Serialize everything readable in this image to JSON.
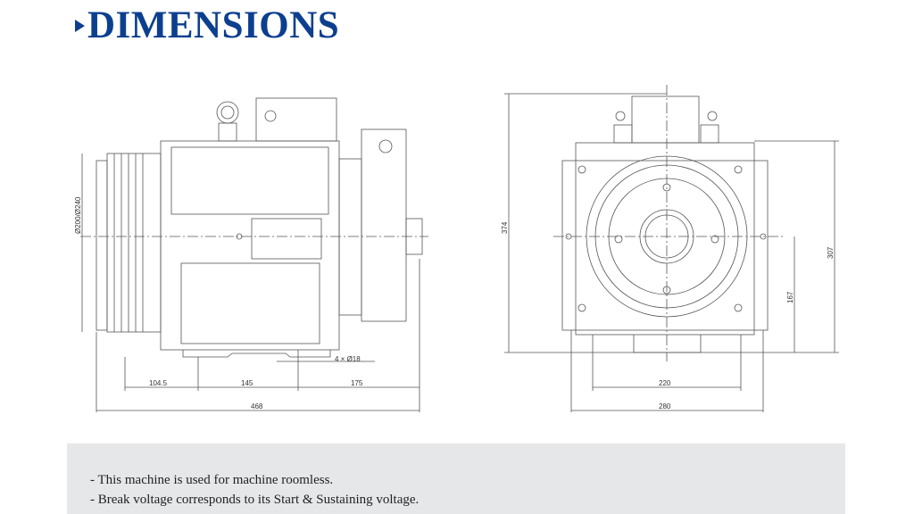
{
  "title": "DIMENSIONS",
  "front_view": {
    "diameter": "Ø200/Ø240",
    "holes": "4 × Ø18",
    "d1": "104.5",
    "d2": "145",
    "d3": "175",
    "total": "468"
  },
  "side_view": {
    "height": "374",
    "h2": "307",
    "h3": "167",
    "w1": "220",
    "w2": "280"
  },
  "notes": [
    "- This machine is used for machine roomless.",
    "- Break voltage corresponds to its Start & Sustaining voltage."
  ]
}
